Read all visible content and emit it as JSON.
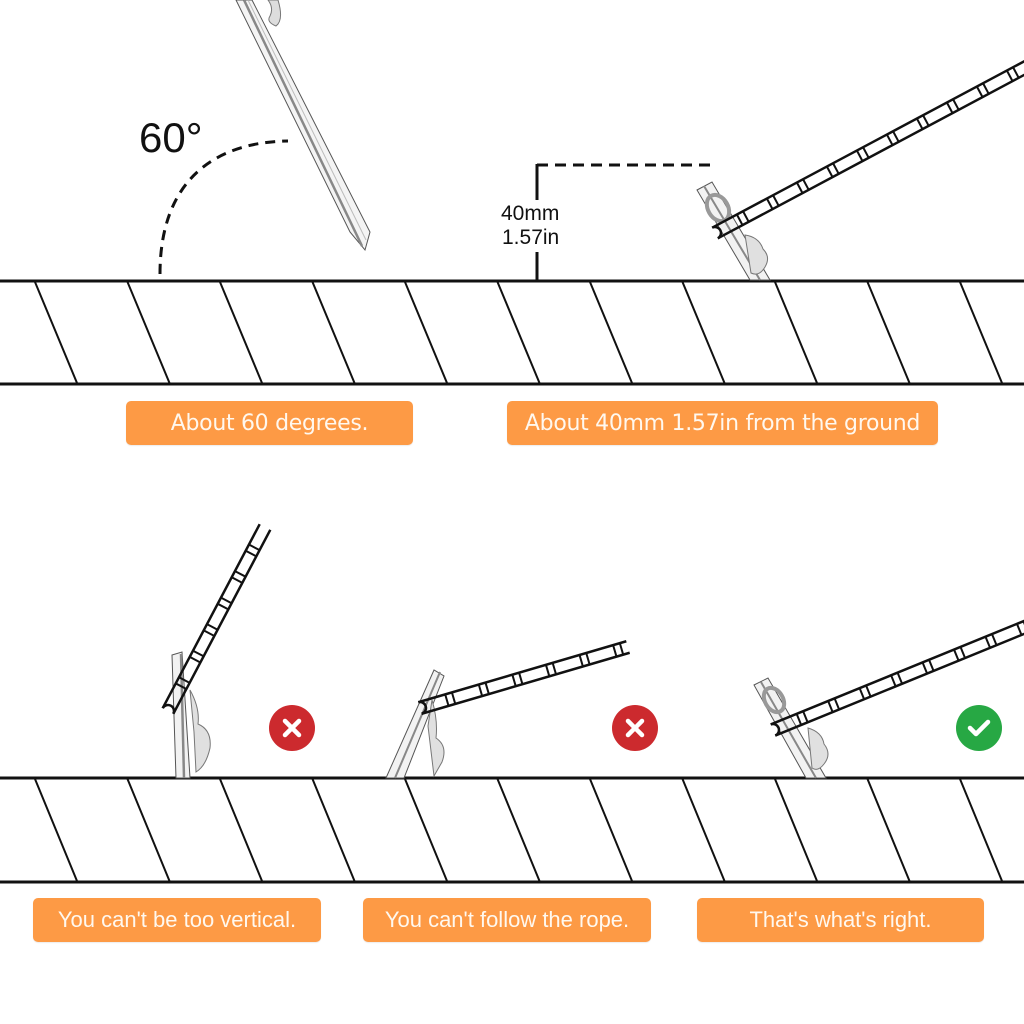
{
  "colors": {
    "badge_bg": "#fd9a45",
    "badge_text": "#fff8ef",
    "wrong": "#cc2a2e",
    "right": "#27a844",
    "line": "#111111"
  },
  "top_panel": {
    "angle_label": "60°",
    "height_label_mm": "40mm",
    "height_label_in": "1.57in",
    "caption_left": "About 60 degrees.",
    "caption_right": "About 40mm 1.57in from the ground"
  },
  "bottom_panel": {
    "examples": [
      {
        "caption": "You can't be too vertical.",
        "status": "wrong",
        "icon": "cross-icon"
      },
      {
        "caption": "You can't follow the rope.",
        "status": "wrong",
        "icon": "cross-icon"
      },
      {
        "caption": "That's what's right.",
        "status": "right",
        "icon": "check-icon"
      }
    ]
  }
}
